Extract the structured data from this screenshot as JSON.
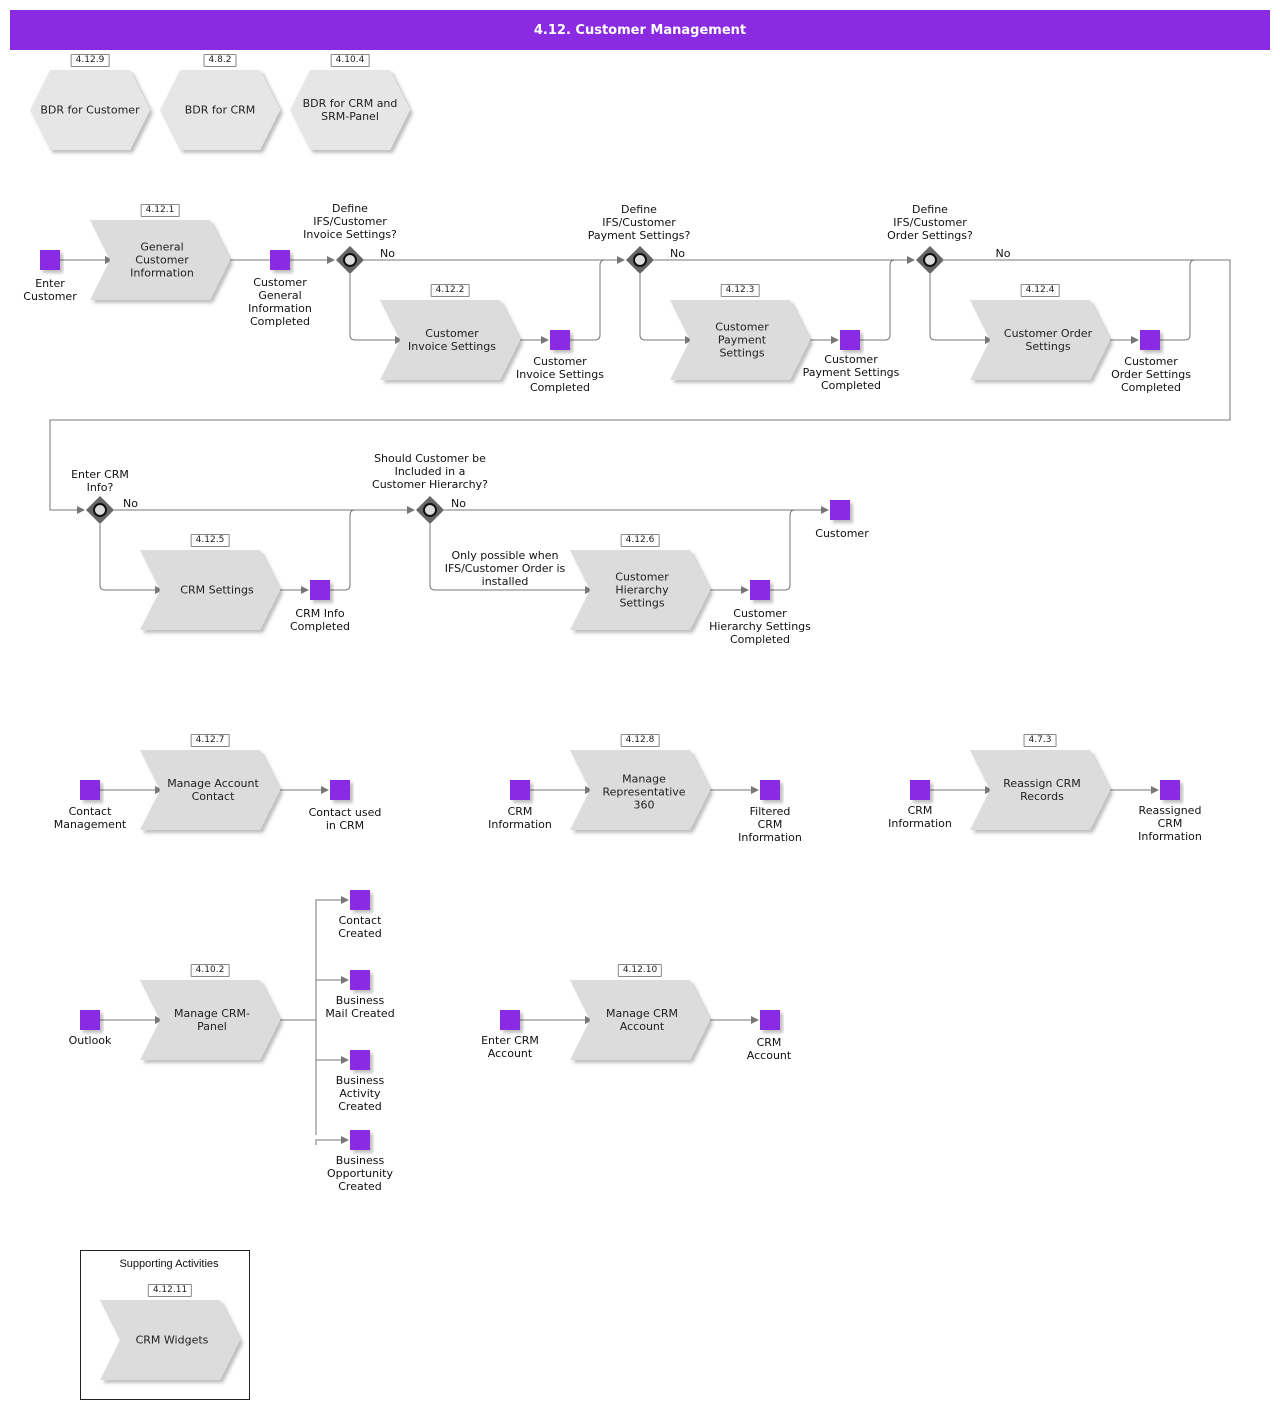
{
  "title": "4.12. Customer Management",
  "bdr": [
    {
      "ref": "4.12.9",
      "label": "BDR for Customer"
    },
    {
      "ref": "4.8.2",
      "label": "BDR for CRM"
    },
    {
      "ref": "4.10.4",
      "label": "BDR for CRM and\nSRM-Panel"
    }
  ],
  "processes": {
    "general": {
      "ref": "4.12.1",
      "label": "General\nCustomer\nInformation"
    },
    "invoice": {
      "ref": "4.12.2",
      "label": "Customer\nInvoice Settings"
    },
    "payment": {
      "ref": "4.12.3",
      "label": "Customer\nPayment\nSettings"
    },
    "order": {
      "ref": "4.12.4",
      "label": "Customer Order\nSettings"
    },
    "crm_settings": {
      "ref": "4.12.5",
      "label": "CRM Settings"
    },
    "hierarchy": {
      "ref": "4.12.6",
      "label": "Customer\nHierarchy\nSettings"
    },
    "account_contact": {
      "ref": "4.12.7",
      "label": "Manage Account\nContact"
    },
    "rep360": {
      "ref": "4.12.8",
      "label": "Manage\nRepresentative\n360"
    },
    "reassign": {
      "ref": "4.7.3",
      "label": "Reassign CRM\nRecords"
    },
    "crm_panel": {
      "ref": "4.10.2",
      "label": "Manage CRM-\nPanel"
    },
    "crm_account": {
      "ref": "4.12.10",
      "label": "Manage CRM\nAccount"
    },
    "widgets": {
      "ref": "4.12.11",
      "label": "CRM Widgets"
    }
  },
  "events": {
    "enter_customer": "Enter\nCustomer",
    "general_completed": "Customer\nGeneral\nInformation\nCompleted",
    "invoice_completed": "Customer\nInvoice Settings\nCompleted",
    "payment_completed": "Customer\nPayment Settings\nCompleted",
    "order_completed": "Customer\nOrder Settings\nCompleted",
    "crm_info_completed": "CRM Info\nCompleted",
    "hierarchy_completed": "Customer\nHierarchy Settings\nCompleted",
    "customer": "Customer",
    "contact_management": "Contact\nManagement",
    "contact_used": "Contact used\nin CRM",
    "crm_information_a": "CRM\nInformation",
    "filtered_crm": "Filtered\nCRM\nInformation",
    "crm_information_b": "CRM\nInformation",
    "reassigned_crm": "Reassigned\nCRM\nInformation",
    "outlook": "Outlook",
    "contact_created": "Contact\nCreated",
    "business_mail": "Business\nMail Created",
    "business_activity": "Business\nActivity\nCreated",
    "business_opportunity": "Business\nOpportunity\nCreated",
    "enter_crm_account": "Enter CRM\nAccount",
    "crm_account_event": "CRM\nAccount"
  },
  "gateways": {
    "invoice_q": "Define\nIFS/Customer\nInvoice Settings?",
    "payment_q": "Define\nIFS/Customer\nPayment Settings?",
    "order_q": "Define\nIFS/Customer\nOrder Settings?",
    "crm_info_q": "Enter CRM\nInfo?",
    "hierarchy_q": "Should Customer be\nIncluded in a\nCustomer Hierarchy?",
    "no_label": "No"
  },
  "notes": {
    "hierarchy_note": "Only possible when\nIFS/Customer Order is\ninstalled"
  },
  "supporting": {
    "title": "Supporting Activities"
  },
  "colors": {
    "accent": "#8a2be2",
    "event": "#8a2be2",
    "process": "#dcdcdc",
    "gateway": "#666666",
    "line": "#777777"
  }
}
